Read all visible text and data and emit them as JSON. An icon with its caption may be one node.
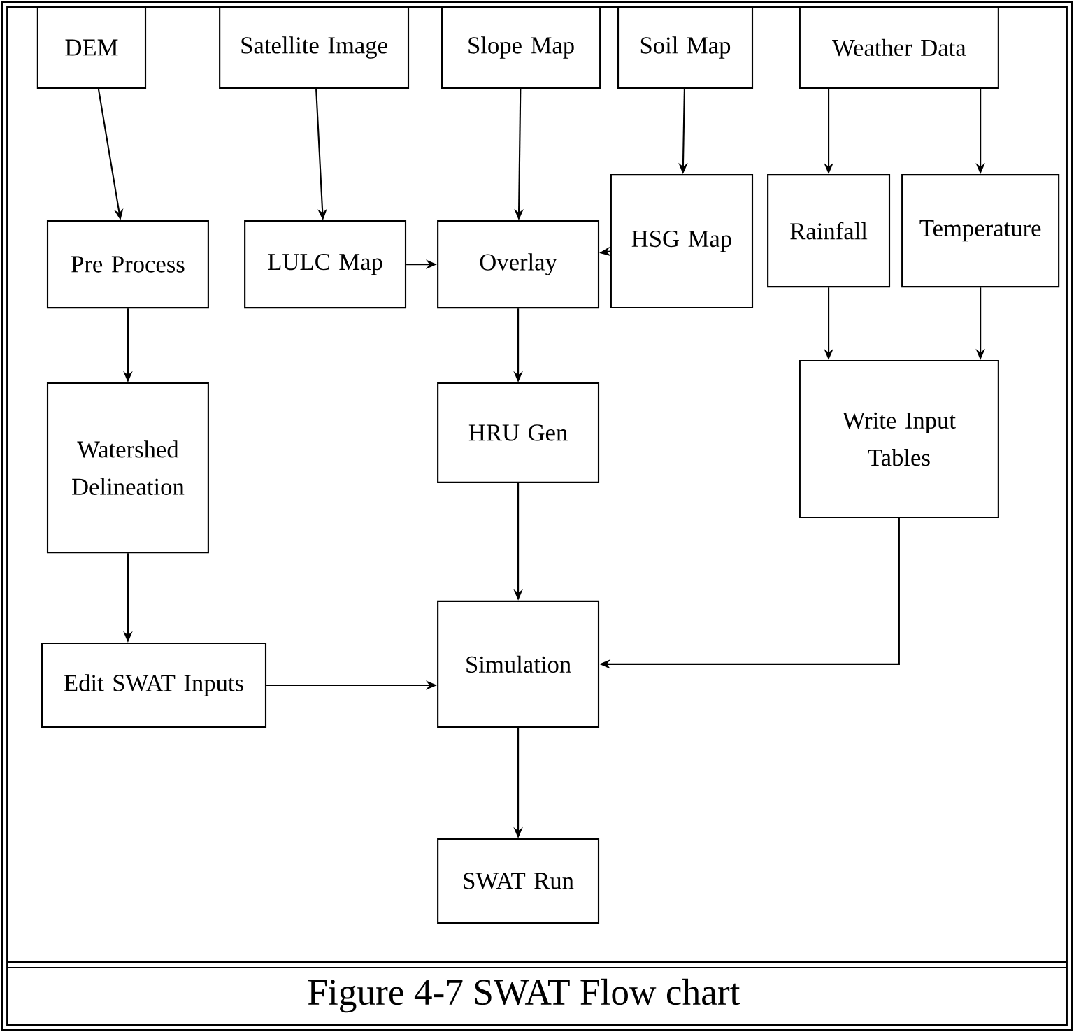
{
  "diagram": {
    "caption": "Figure  4-7 SWAT Flow chart",
    "nodes": [
      {
        "text": [
          "DEM"
        ]
      },
      {
        "text": [
          "Satellite Image"
        ]
      },
      {
        "text": [
          "Slope Map"
        ]
      },
      {
        "text": [
          "Soil Map"
        ]
      },
      {
        "text": [
          "Weather Data"
        ]
      },
      {
        "text": [
          "Pre Process"
        ]
      },
      {
        "text": [
          "LULC Map"
        ]
      },
      {
        "text": [
          "Overlay"
        ]
      },
      {
        "text": [
          "HSG Map"
        ]
      },
      {
        "text": [
          "Rainfall"
        ]
      },
      {
        "text": [
          "Temperature"
        ]
      },
      {
        "text": [
          "Watershed Delineation"
        ]
      },
      {
        "text": [
          "HRU Gen"
        ]
      },
      {
        "text": [
          "Write Input Tables"
        ]
      },
      {
        "text": [
          "Edit SWAT Inputs"
        ]
      },
      {
        "text": [
          "Simulation"
        ]
      },
      {
        "text": [
          "SWAT Run"
        ]
      }
    ],
    "edges": [
      {
        "from": 0,
        "to": 5,
        "arrow": "to"
      },
      {
        "from": 1,
        "to": 6,
        "arrow": "to"
      },
      {
        "from": 2,
        "to": 7,
        "arrow": "to"
      },
      {
        "from": 3,
        "to": 8,
        "arrow": "to"
      },
      {
        "from": 4,
        "to": 9,
        "arrow": "to"
      },
      {
        "from": 4,
        "to": 10,
        "arrow": "to"
      },
      {
        "from": 5,
        "to": 11,
        "arrow": "to"
      },
      {
        "from": 6,
        "to": 7,
        "arrow": "to"
      },
      {
        "from": 8,
        "to": 7,
        "arrow": "to"
      },
      {
        "from": 9,
        "to": 13,
        "arrow": "to"
      },
      {
        "from": 10,
        "to": 13,
        "arrow": "to"
      },
      {
        "from": 7,
        "to": 12,
        "arrow": "to"
      },
      {
        "from": 11,
        "to": 14,
        "arrow": "to"
      },
      {
        "from": 12,
        "to": 15,
        "arrow": "to"
      },
      {
        "from": 14,
        "to": 15,
        "arrow": "to"
      },
      {
        "from": 13,
        "to": 15,
        "arrow": "to"
      },
      {
        "from": 15,
        "to": 16,
        "arrow": "to"
      }
    ]
  }
}
